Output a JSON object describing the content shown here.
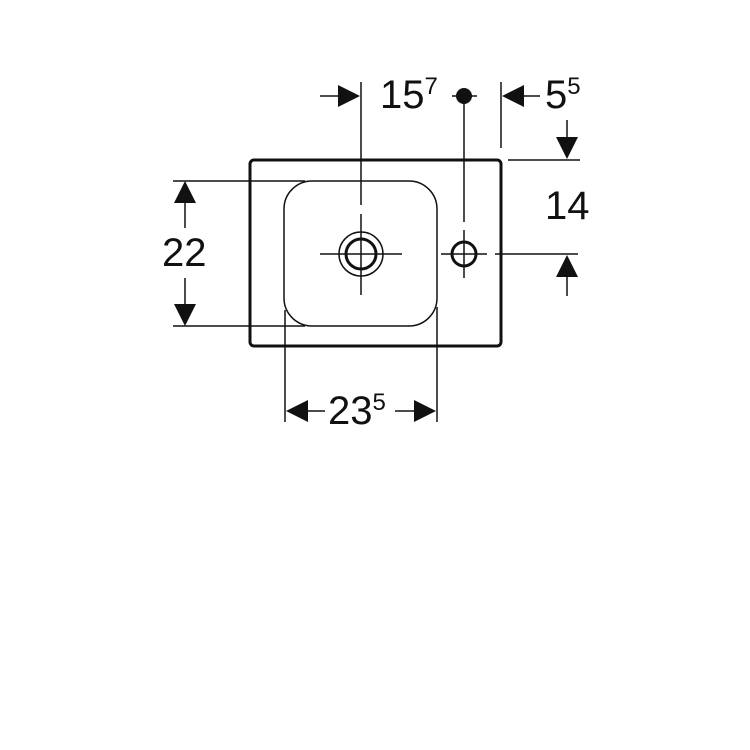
{
  "drawing": {
    "title": "Washbasin dimension drawing (top view)",
    "line_color": "#111111",
    "background": "#ffffff",
    "dimensions": {
      "tap_hole_offset": {
        "main": "15",
        "sup": "7"
      },
      "right_edge_to_tap": {
        "main": "5",
        "sup": "5"
      },
      "back_edge_to_tap": {
        "main": "14",
        "sup": ""
      },
      "bowl_depth": {
        "main": "22",
        "sup": ""
      },
      "bowl_width": {
        "main": "23",
        "sup": "5"
      }
    }
  }
}
